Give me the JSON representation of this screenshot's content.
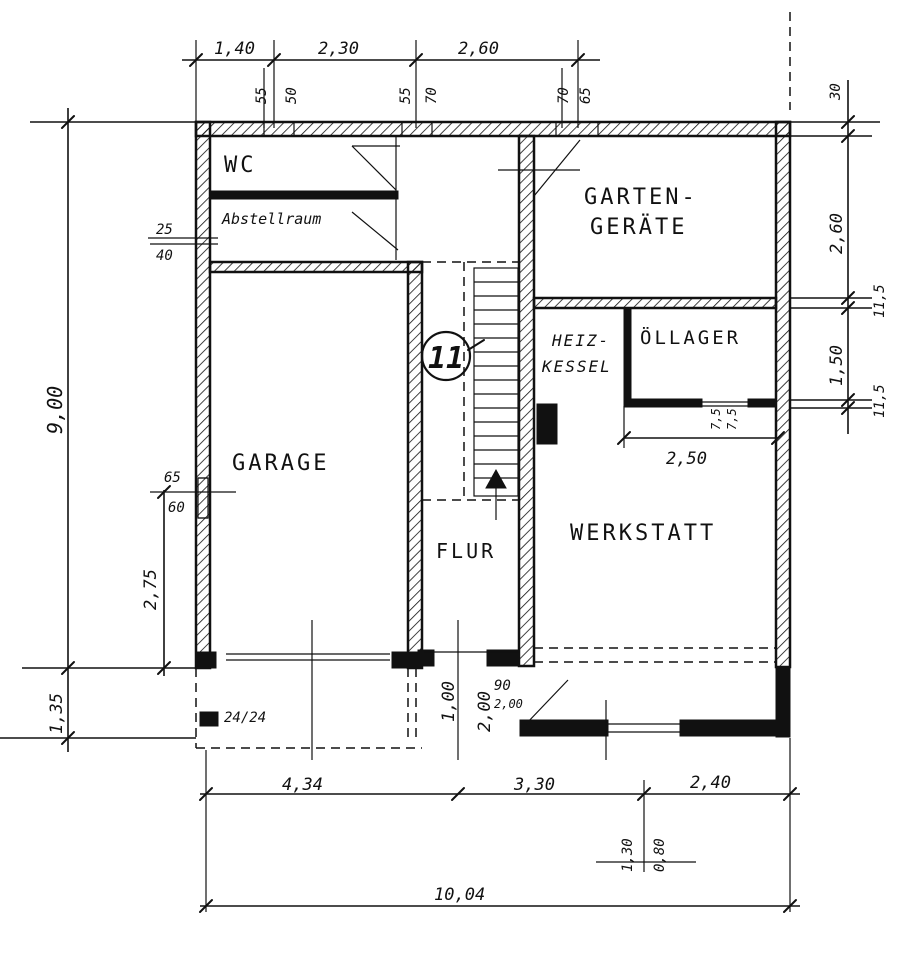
{
  "rooms": {
    "wc": "WC",
    "abstellraum": "Abstellraum",
    "garage": "GARAGE",
    "gartengeraete_1": "GARTEN-",
    "gartengeraete_2": "GERÄTE",
    "heizkessel_1": "HEIZ-",
    "heizkessel_2": "KESSEL",
    "oellager": "ÖLLAGER",
    "werkstatt": "WERKSTATT",
    "flur": "FLUR"
  },
  "stair_marker": "11",
  "top_dims": [
    "1,40",
    "2,30",
    "2,60"
  ],
  "top_openings": [
    "55",
    "50",
    "55",
    "70",
    "70",
    "65"
  ],
  "right_dims": [
    "30",
    "2,60",
    "11,5",
    "1,50",
    "11,5"
  ],
  "left_dims": [
    "9,00",
    "2,75",
    "1,35"
  ],
  "left_small": [
    "25",
    "40",
    "65",
    "60"
  ],
  "interior_dims": [
    "2,50",
    "7,5",
    "7,5",
    "90",
    "2,00",
    "1,00",
    "2,00",
    "24/24"
  ],
  "bottom_dims": [
    "4,34",
    "3,30",
    "2,40",
    "10,04"
  ],
  "bottom_vertical": [
    "1,30",
    "0,80"
  ]
}
